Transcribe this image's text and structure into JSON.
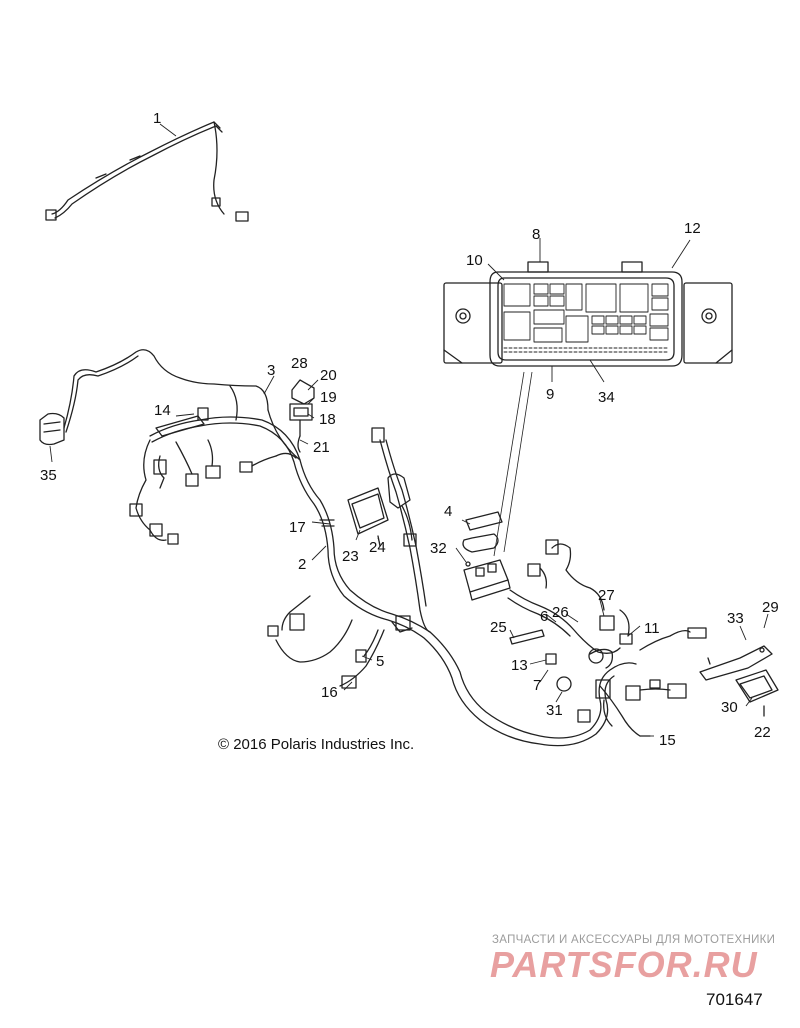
{
  "figure": {
    "callouts": [
      {
        "id": "1",
        "label": "1"
      },
      {
        "id": "2",
        "label": "2"
      },
      {
        "id": "3",
        "label": "3"
      },
      {
        "id": "4",
        "label": "4"
      },
      {
        "id": "5",
        "label": "5"
      },
      {
        "id": "6",
        "label": "6"
      },
      {
        "id": "7",
        "label": "7"
      },
      {
        "id": "8",
        "label": "8"
      },
      {
        "id": "9",
        "label": "9"
      },
      {
        "id": "10",
        "label": "10"
      },
      {
        "id": "11",
        "label": "11"
      },
      {
        "id": "12",
        "label": "12"
      },
      {
        "id": "13",
        "label": "13"
      },
      {
        "id": "14",
        "label": "14"
      },
      {
        "id": "15",
        "label": "15"
      },
      {
        "id": "16",
        "label": "16"
      },
      {
        "id": "17",
        "label": "17"
      },
      {
        "id": "18",
        "label": "18"
      },
      {
        "id": "19",
        "label": "19"
      },
      {
        "id": "20",
        "label": "20"
      },
      {
        "id": "21",
        "label": "21"
      },
      {
        "id": "22",
        "label": "22"
      },
      {
        "id": "23",
        "label": "23"
      },
      {
        "id": "24",
        "label": "24"
      },
      {
        "id": "25",
        "label": "25"
      },
      {
        "id": "26",
        "label": "26"
      },
      {
        "id": "27",
        "label": "27"
      },
      {
        "id": "28",
        "label": "28"
      },
      {
        "id": "29",
        "label": "29"
      },
      {
        "id": "30",
        "label": "30"
      },
      {
        "id": "31",
        "label": "31"
      },
      {
        "id": "32",
        "label": "32"
      },
      {
        "id": "33",
        "label": "33"
      },
      {
        "id": "34",
        "label": "34"
      },
      {
        "id": "35",
        "label": "35"
      }
    ],
    "copyright": "© 2016 Polaris Industries Inc.",
    "figure_number": "701647"
  },
  "watermark": {
    "tagline": "ЗАПЧАСТИ И АКСЕССУАРЫ ДЛЯ МОТОТЕХНИКИ",
    "logo_text": "PARTSFOR.RU",
    "logo_color": "#e8a0a0"
  },
  "colors": {
    "ink": "#111111",
    "line": "#222222",
    "watermark_text": "#9c9c9c"
  }
}
